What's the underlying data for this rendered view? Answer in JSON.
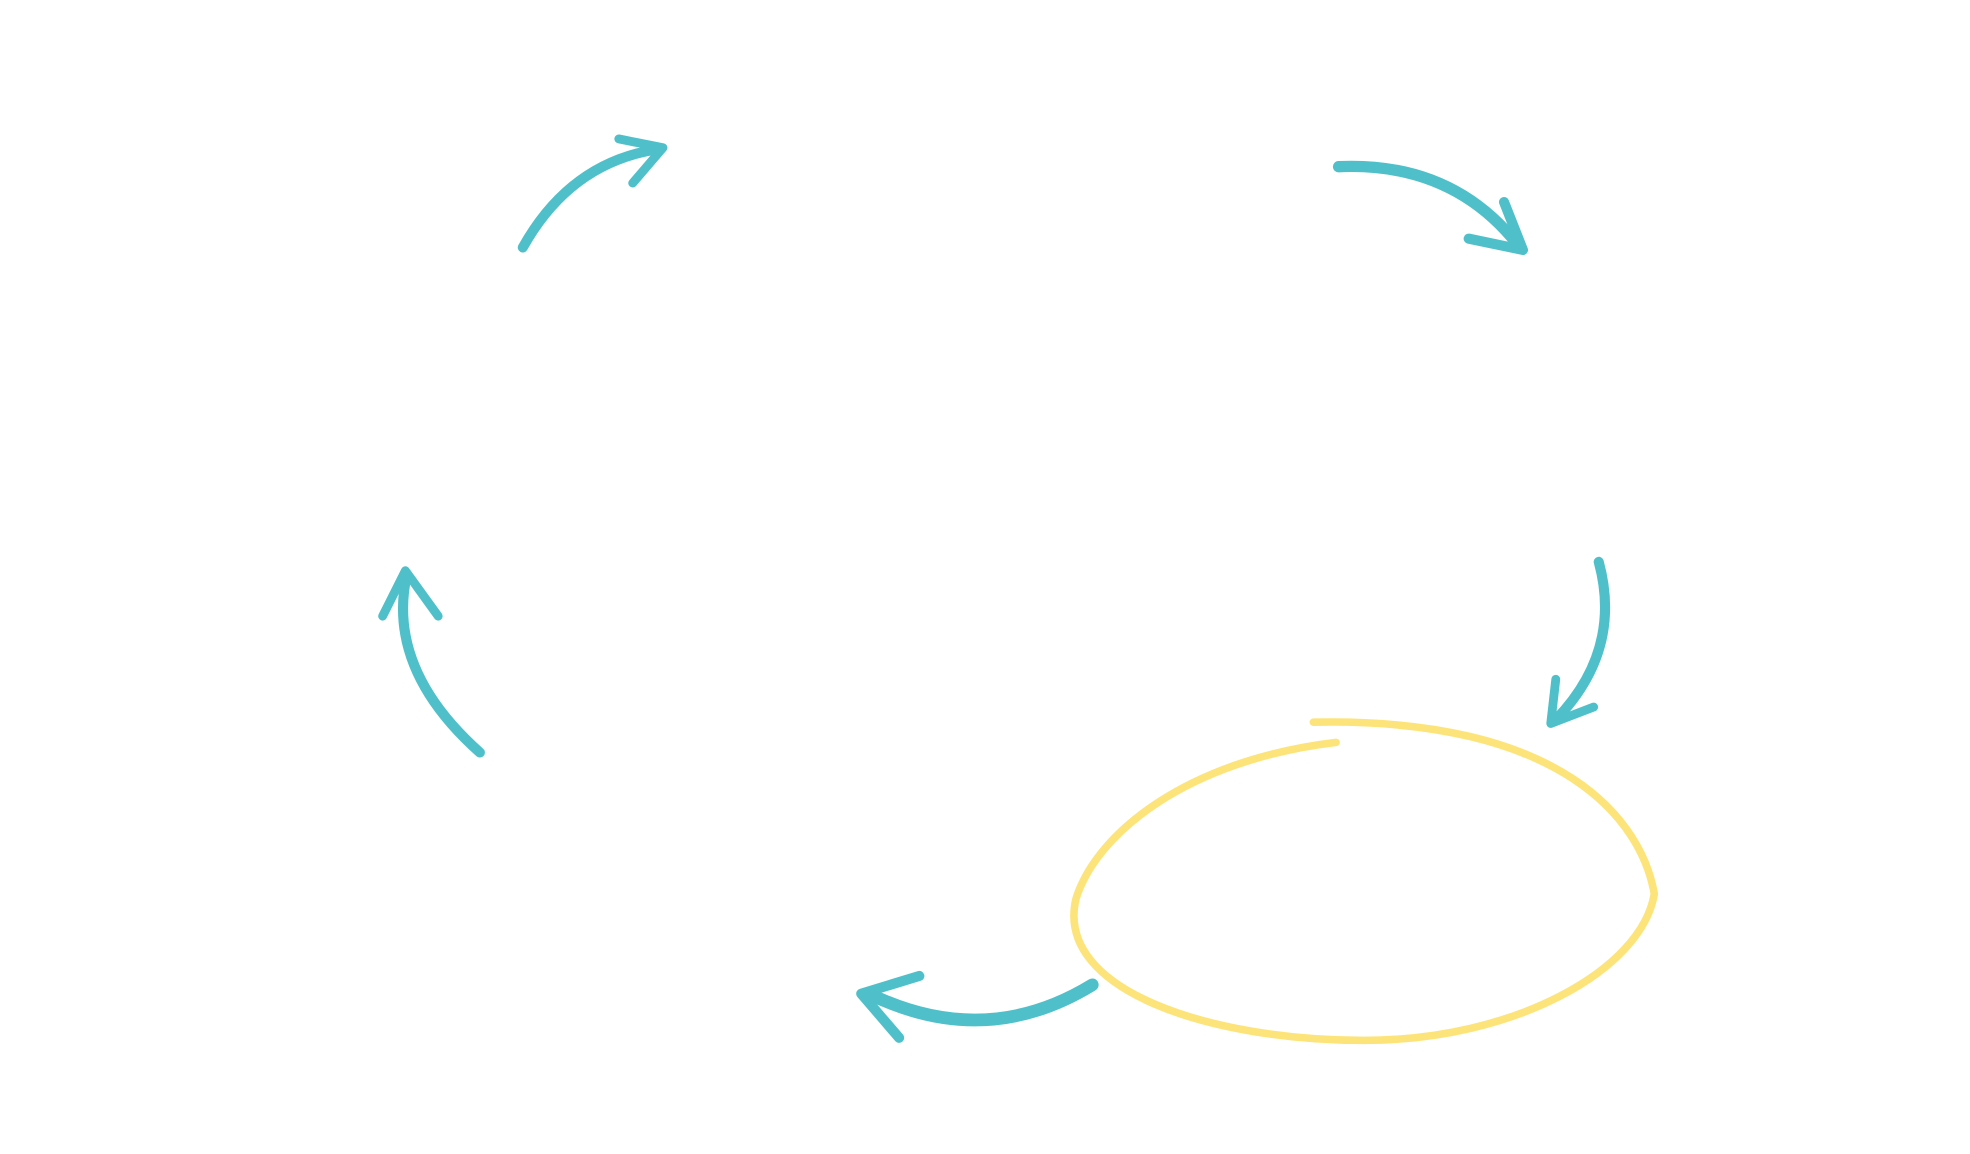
{
  "diagram": {
    "type": "cycle",
    "arrow_count": 5,
    "highlight_shape": "hand-drawn-ellipse",
    "colors": {
      "background": "#ffffff",
      "arrow": "#4fc0c9",
      "highlight": "#fde47a"
    }
  }
}
